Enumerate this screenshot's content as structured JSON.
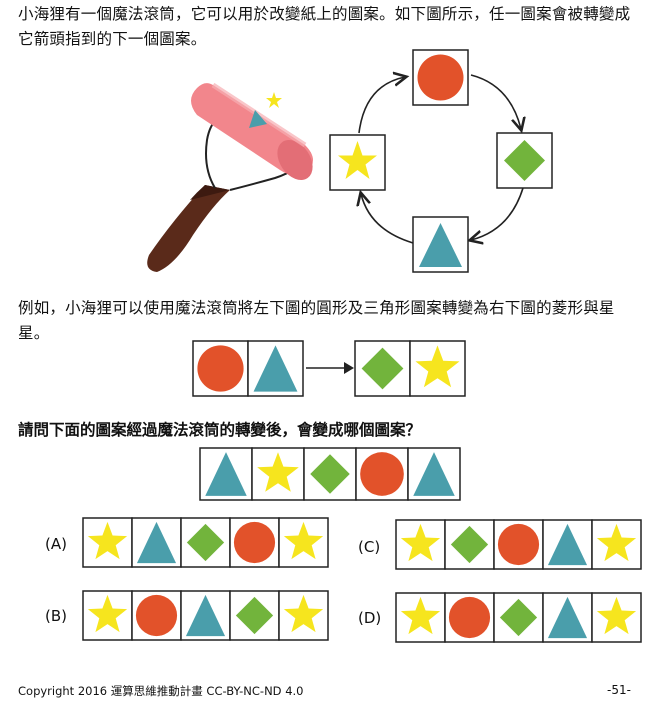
{
  "intro_text": "小海狸有一個魔法滾筒，它可以用於改變紙上的圖案。如下圖所示，任一圖案會被轉變成它箭頭指到的下一個圖案。",
  "example_text": "例如，小海狸可以使用魔法滾筒將左下圖的圓形及三角形圖案轉變為右下圖的菱形與星星。",
  "question_text": "請問下面的圖案經過魔法滾筒的轉變後，會變成哪個圖案？",
  "cycle": [
    "circle",
    "diamond",
    "triangle",
    "star"
  ],
  "example": {
    "before": [
      "circle",
      "triangle"
    ],
    "after": [
      "diamond",
      "star"
    ]
  },
  "question_sequence": [
    "triangle",
    "star",
    "diamond",
    "circle",
    "triangle"
  ],
  "options": [
    {
      "label": "(A)",
      "shapes": [
        "star",
        "triangle",
        "diamond",
        "circle",
        "star"
      ]
    },
    {
      "label": "(B)",
      "shapes": [
        "star",
        "circle",
        "triangle",
        "diamond",
        "star"
      ]
    },
    {
      "label": "(C)",
      "shapes": [
        "star",
        "diamond",
        "circle",
        "triangle",
        "star"
      ]
    },
    {
      "label": "(D)",
      "shapes": [
        "star",
        "circle",
        "diamond",
        "triangle",
        "star"
      ]
    }
  ],
  "colors": {
    "circle": "#e2522a",
    "diamond": "#72b43c",
    "triangle": "#4a9eab",
    "star": "#f6e51e",
    "roller_pink": "#f2868c",
    "handle_brown": "#5a2a1a"
  },
  "footer": {
    "copyright": "Copyright 2016 運算思維推動計畫 CC-BY-NC-ND 4.0",
    "page_number": "-51-"
  }
}
